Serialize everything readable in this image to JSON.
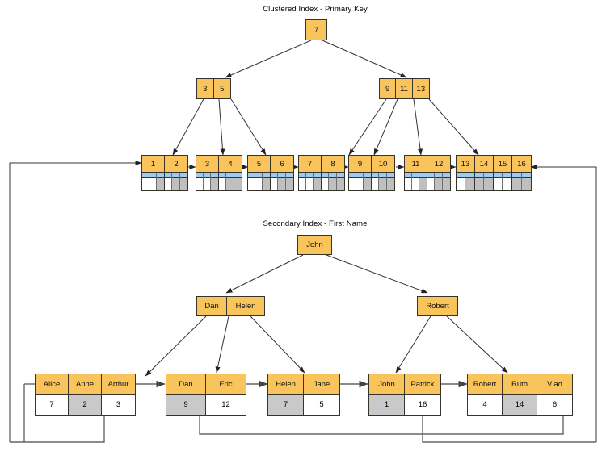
{
  "diagram": {
    "titles": {
      "clustered": "Clustered Index - Primary Key",
      "secondary": "Secondary Index - First Name"
    },
    "clustered_index": {
      "root": {
        "keys": [
          "7"
        ]
      },
      "internal": [
        {
          "keys": [
            "3",
            "5"
          ]
        },
        {
          "keys": [
            "9",
            "11",
            "13"
          ]
        }
      ],
      "leaves": [
        {
          "keys": [
            "1",
            "2"
          ],
          "slot_shades": [
            [
              "w",
              "w",
              "g"
            ],
            [
              "w",
              "g",
              "g"
            ]
          ]
        },
        {
          "keys": [
            "3",
            "4"
          ],
          "slot_shades": [
            [
              "w",
              "w",
              "g"
            ],
            [
              "w",
              "g",
              "g"
            ]
          ]
        },
        {
          "keys": [
            "5",
            "6"
          ],
          "slot_shades": [
            [
              "w",
              "w",
              "g"
            ],
            [
              "w",
              "g",
              "g"
            ]
          ]
        },
        {
          "keys": [
            "7",
            "8"
          ],
          "slot_shades": [
            [
              "w",
              "w",
              "g"
            ],
            [
              "w",
              "g",
              "g"
            ]
          ]
        },
        {
          "keys": [
            "9",
            "10"
          ],
          "slot_shades": [
            [
              "w",
              "w",
              "g"
            ],
            [
              "w",
              "g",
              "g"
            ]
          ]
        },
        {
          "keys": [
            "11",
            "12"
          ],
          "slot_shades": [
            [
              "w",
              "w",
              "g"
            ],
            [
              "w",
              "g",
              "g"
            ]
          ]
        },
        {
          "keys": [
            "13",
            "14",
            "15",
            "16"
          ],
          "slot_shades": [
            [
              "w",
              "g"
            ],
            [
              "g",
              "g"
            ],
            [
              "w",
              "w"
            ],
            [
              "g",
              "g"
            ]
          ]
        }
      ]
    },
    "secondary_index": {
      "root": {
        "keys": [
          "John"
        ]
      },
      "internal": [
        {
          "keys": [
            "Dan",
            "Helen"
          ]
        },
        {
          "keys": [
            "Robert"
          ]
        }
      ],
      "leaves": [
        {
          "names": [
            "Alice",
            "Anne",
            "Arthur"
          ],
          "pks": [
            "7",
            "2",
            "3"
          ],
          "pk_shades": [
            "w",
            "g",
            "w"
          ]
        },
        {
          "names": [
            "Dan",
            "Eric"
          ],
          "pks": [
            "9",
            "12"
          ],
          "pk_shades": [
            "g",
            "w"
          ]
        },
        {
          "names": [
            "Helen",
            "Jane"
          ],
          "pks": [
            "7",
            "5"
          ],
          "pk_shades": [
            "g",
            "w"
          ]
        },
        {
          "names": [
            "John",
            "Patrick"
          ],
          "pks": [
            "1",
            "16"
          ],
          "pk_shades": [
            "g",
            "w"
          ]
        },
        {
          "names": [
            "Robert",
            "Ruth",
            "Vlad"
          ],
          "pks": [
            "4",
            "14",
            "6"
          ],
          "pk_shades": [
            "w",
            "g",
            "w"
          ]
        }
      ]
    },
    "colors": {
      "node_fill": "#fac45c",
      "node_stroke": "#36332b",
      "record_header": "#9ecbf0",
      "record_gray": "#bfbfbf",
      "edge": "#333333",
      "link_line": "#666666"
    }
  }
}
